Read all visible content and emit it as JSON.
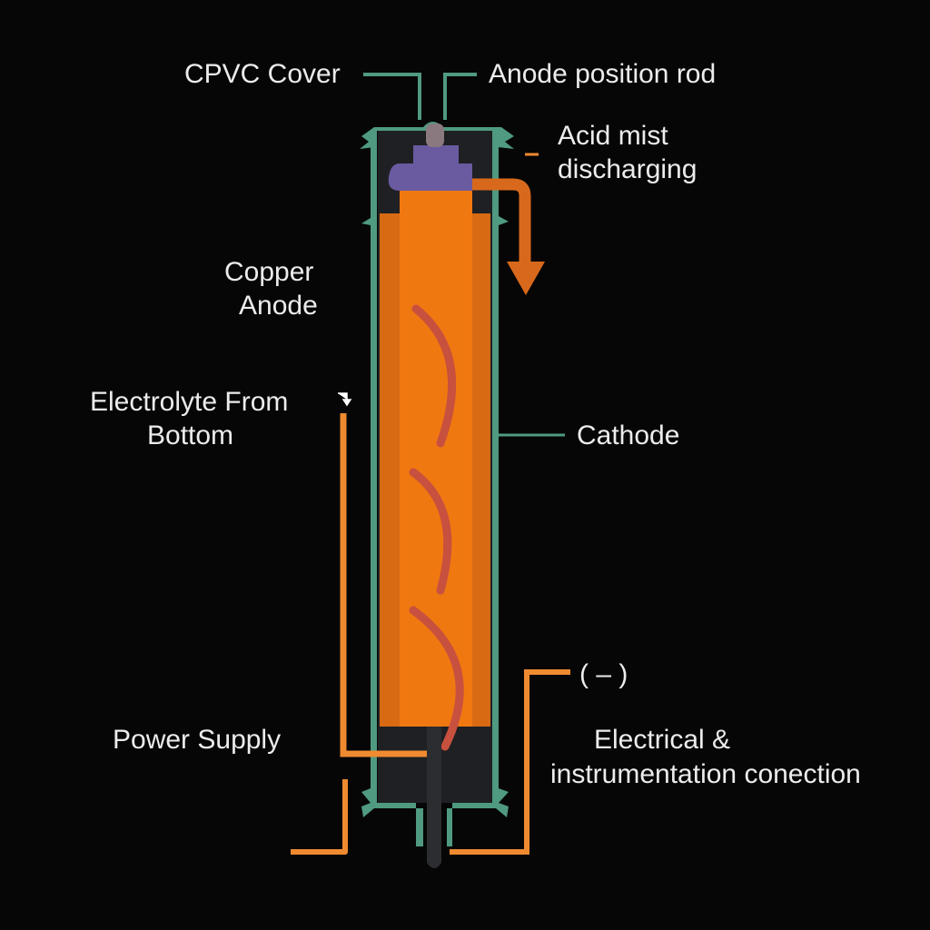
{
  "labels": {
    "cpvc_cover": "CPVC Cover",
    "anode_rod": "Anode position rod",
    "acid_mist_1": "Acid mist",
    "acid_mist_2": "discharging",
    "copper_anode_1": "Copper",
    "copper_anode_2": "Anode",
    "electrolyte_1": "Electrolyte From",
    "electrolyte_2": "Bottom",
    "cathode": "Cathode",
    "negative": "( – )",
    "power_supply": "Power Supply",
    "electrical_1": "Electrical &",
    "electrical_2": "instrumentation conection"
  },
  "colors": {
    "background": "#060607",
    "cover_green": "#4f9a80",
    "anode_orange": "#e06a10",
    "anode_core": "#f07a12",
    "wire_orange": "#f08a30",
    "purple_block": "#6a5aa0",
    "rod_gray": "#2c2d30",
    "wave_red": "#c8503e"
  }
}
